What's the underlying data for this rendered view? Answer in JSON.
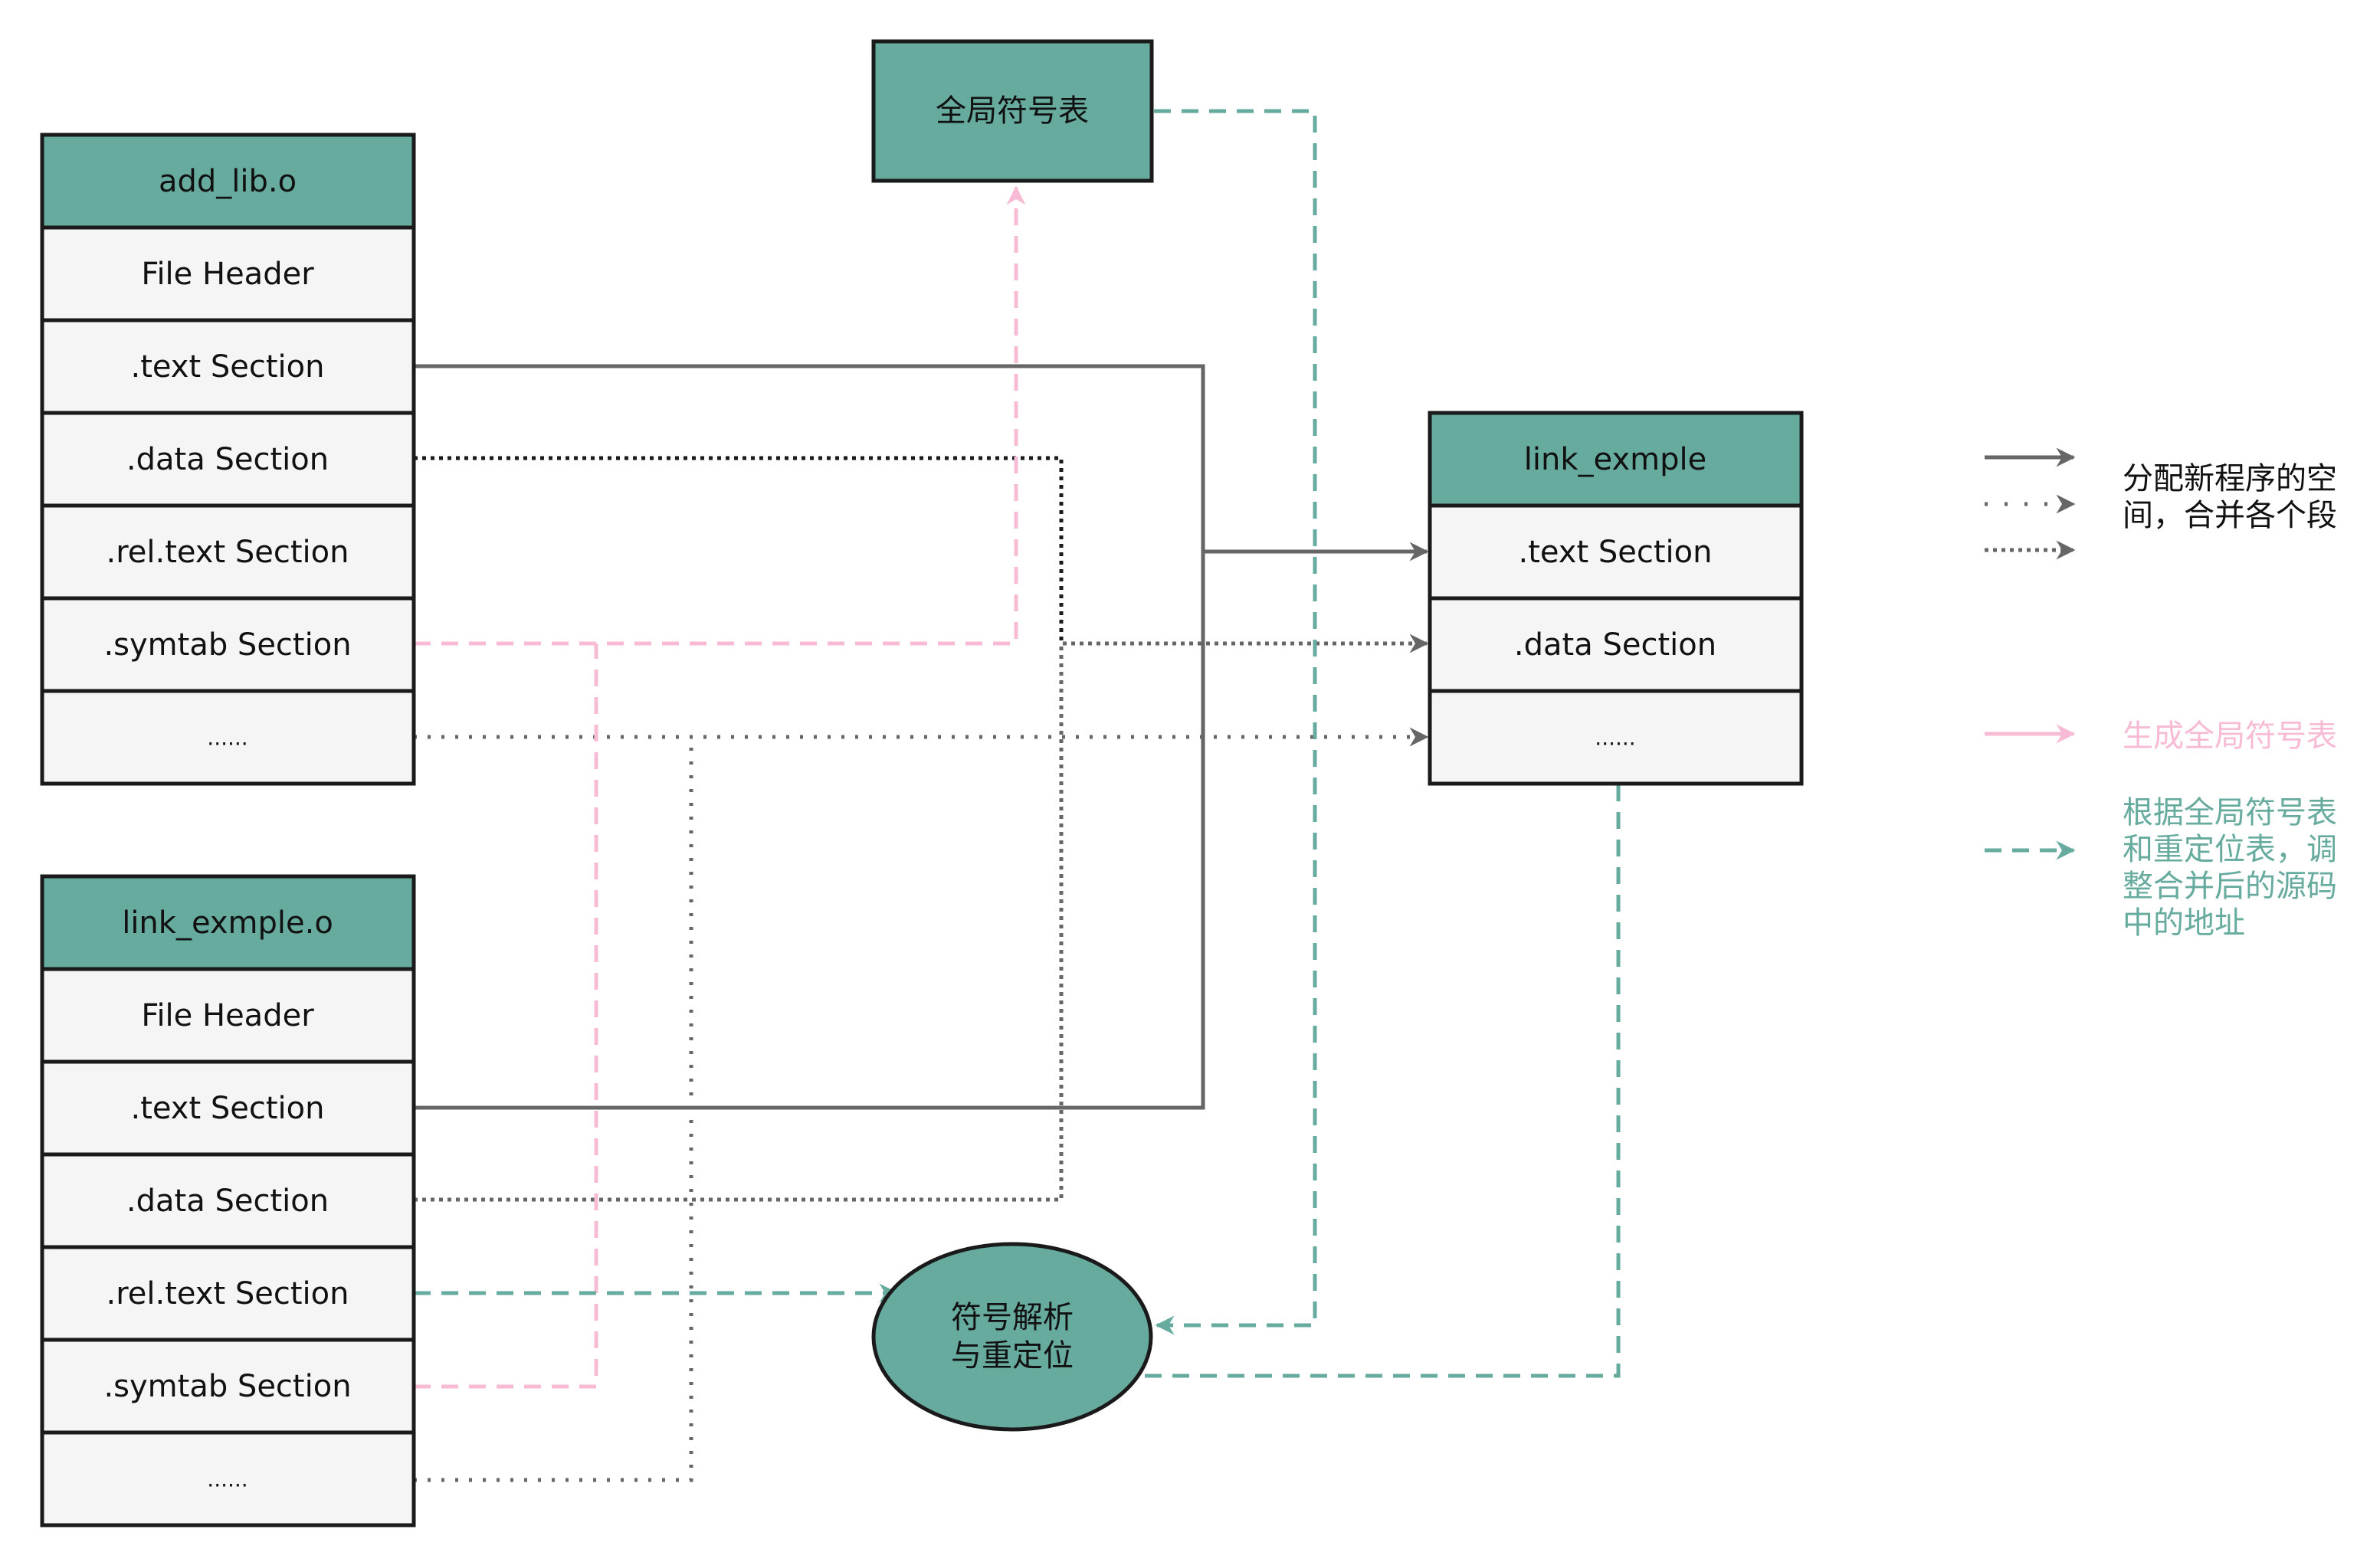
{
  "colors": {
    "header_fill": "#67ab9f",
    "cell_fill": "#f5f5f5",
    "border": "#1a1a1a",
    "gray_line": "#666666",
    "dark_line": "#1a1a1a",
    "pink_line": "#f8bbd6",
    "teal_line": "#67ab9f"
  },
  "add_lib": {
    "title": "add_lib.o",
    "rows": [
      "File Header",
      ".text Section",
      ".data Section",
      ".rel.text Section",
      ".symtab Section",
      "......"
    ]
  },
  "link_exmple_o": {
    "title": "link_exmple.o",
    "rows": [
      "File Header",
      ".text Section",
      ".data Section",
      ".rel.text Section",
      ".symtab Section",
      "......"
    ]
  },
  "link_exmple": {
    "title": "link_exmple",
    "rows": [
      ".text Section",
      ".data Section",
      "......"
    ]
  },
  "global_symbol_table": {
    "label": "全局符号表"
  },
  "resolve_node": {
    "line1": "符号解析",
    "line2": "与重定位"
  },
  "legend": {
    "merge": {
      "line1": "分配新程序的空",
      "line2": "间，合并各个段"
    },
    "generate": {
      "text": "生成全局符号表"
    },
    "adjust": {
      "lines": [
        "根据全局符号表",
        "和重定位表，调",
        "整合并后的源码",
        "中的地址"
      ]
    }
  }
}
